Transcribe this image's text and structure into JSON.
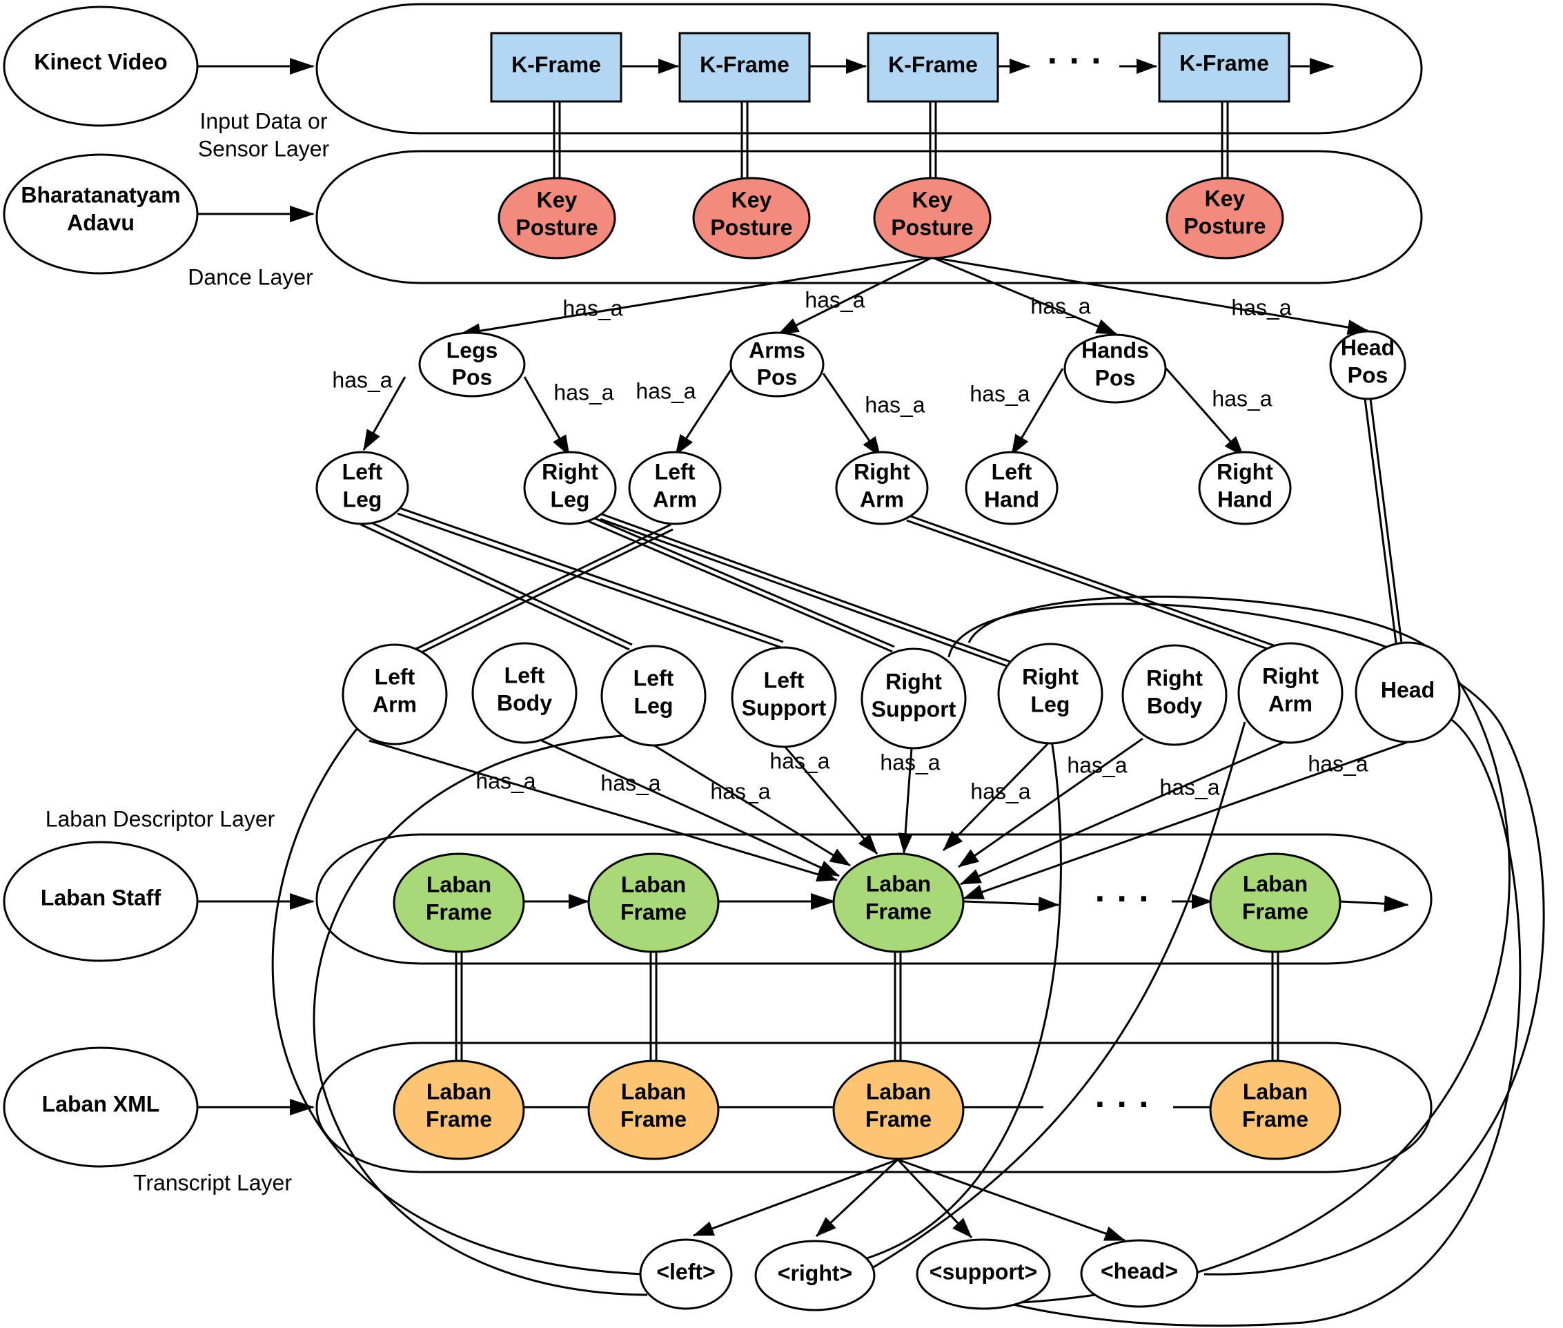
{
  "colors": {
    "kframe_fill": "#b3d6f2",
    "key_posture_fill": "#f28b7d",
    "laban_staff_fill": "#a8d878",
    "laban_xml_fill": "#fdc473",
    "stroke": "#000000"
  },
  "sources": {
    "kinect": "Kinect Video",
    "adavu_1": "Bharatanatyam",
    "adavu_2": "Adavu",
    "staff": "Laban Staff",
    "xml": "Laban XML"
  },
  "layers": {
    "input_1": "Input Data or",
    "input_2": "Sensor Layer",
    "dance": "Dance Layer",
    "descriptor": "Laban Descriptor Layer",
    "transcript": "Transcript Layer"
  },
  "kframe_label": "K-Frame",
  "key_posture": {
    "l1": "Key",
    "l2": "Posture"
  },
  "laban_frame": {
    "l1": "Laban",
    "l2": "Frame"
  },
  "ellipsis": "· · ·",
  "relation": "has_a",
  "pos_nodes": {
    "legs": {
      "l1": "Legs",
      "l2": "Pos"
    },
    "arms": {
      "l1": "Arms",
      "l2": "Pos"
    },
    "hands": {
      "l1": "Hands",
      "l2": "Pos"
    },
    "head": {
      "l1": "Head",
      "l2": "Pos"
    }
  },
  "body_parts": {
    "left_leg": {
      "l1": "Left",
      "l2": "Leg"
    },
    "right_leg": {
      "l1": "Right",
      "l2": "Leg"
    },
    "left_arm": {
      "l1": "Left",
      "l2": "Arm"
    },
    "right_arm": {
      "l1": "Right",
      "l2": "Arm"
    },
    "left_hand": {
      "l1": "Left",
      "l2": "Hand"
    },
    "right_hand": {
      "l1": "Right",
      "l2": "Hand"
    }
  },
  "laban_columns": {
    "left_arm": {
      "l1": "Left",
      "l2": "Arm"
    },
    "left_body": {
      "l1": "Left",
      "l2": "Body"
    },
    "left_leg": {
      "l1": "Left",
      "l2": "Leg"
    },
    "left_support": {
      "l1": "Left",
      "l2": "Support"
    },
    "right_support": {
      "l1": "Right",
      "l2": "Support"
    },
    "right_leg": {
      "l1": "Right",
      "l2": "Leg"
    },
    "right_body": {
      "l1": "Right",
      "l2": "Body"
    },
    "right_arm": {
      "l1": "Right",
      "l2": "Arm"
    },
    "head": "Head"
  },
  "xml_tags": {
    "left": "<left>",
    "right": "<right>",
    "support": "<support>",
    "head": "<head>"
  }
}
